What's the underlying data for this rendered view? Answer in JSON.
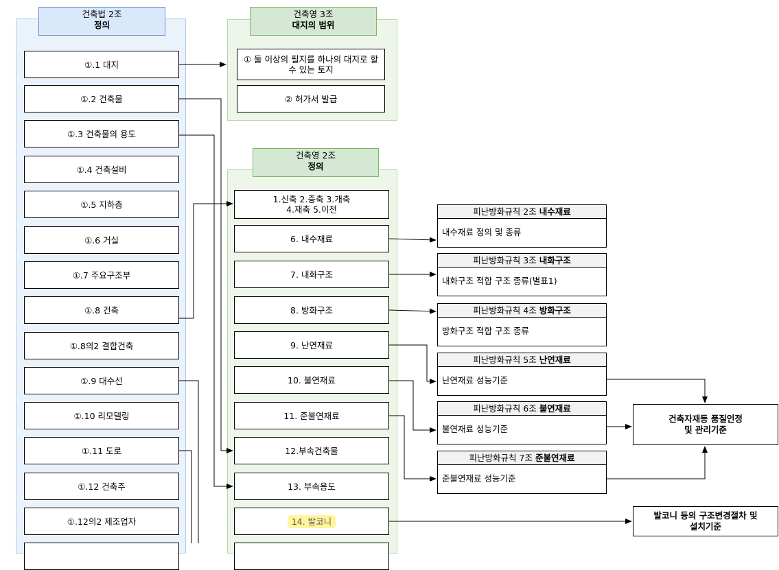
{
  "colors": {
    "left_panel_bg": "#eaf2fb",
    "left_panel_border": "#b3cde6",
    "left_header_bg": "#dae8fc",
    "green_panel_bg": "#eef6ea",
    "green_panel_border": "#b6d7a8",
    "green_header_bg": "#d5e8d4",
    "highlight": "#fff59d"
  },
  "left_panel": {
    "header_line1": "건축법 2조",
    "header_line2": "정의",
    "items": [
      "①.1 대지",
      "①.2 건축물",
      "①.3 건축물의 용도",
      "①.4 건축설비",
      "①.5 지하층",
      "①.6 거실",
      "①.7 주요구조부",
      "①.8 건축",
      "①.8의2 결합건축",
      "①.9 대수선",
      "①.10 리모델링",
      "①.11 도로",
      "①.12 건축주",
      "①.12의2 제조업자"
    ]
  },
  "site_panel": {
    "header_line1": "건축영 3조",
    "header_line2": "대지의 범위",
    "items": [
      "① 둘 이상의 필지를 하나의 대지로 할 수 있는 토지",
      "② 허가서 발급"
    ]
  },
  "def_panel": {
    "header_line1": "건축영 2조",
    "header_line2": "정의",
    "items": [
      "1.신축 2.증축 3.개축\n4.재축 5.이전",
      "6. 내수재료",
      "7. 내화구조",
      "8. 방화구조",
      "9. 난연재료",
      "10. 불연재료",
      "11. 준불연재료",
      "12.부속건축물",
      "13. 부속용도",
      "14. 발코니"
    ]
  },
  "rule_boxes": [
    {
      "title_prefix": "피난방화규칙 2조 ",
      "title_bold": "내수재료",
      "body": "내수재료 정의 및 종류"
    },
    {
      "title_prefix": "피난방화규칙 3조 ",
      "title_bold": "내화구조",
      "body": "내화구조 적합 구조 종류(별표1)"
    },
    {
      "title_prefix": "피난방화규칙 4조 ",
      "title_bold": "방화구조",
      "body": "방화구조 적합 구조 종류"
    },
    {
      "title_prefix": "피난방화규칙 5조 ",
      "title_bold": "난연재료",
      "body": "난연재료 성능기준"
    },
    {
      "title_prefix": "피난방화규칙 6조 ",
      "title_bold": "불연재료",
      "body": "불연재료 성능기준"
    },
    {
      "title_prefix": "피난방화규칙 7조 ",
      "title_bold": "준불연재료",
      "body": "준불연재료 성능기준"
    }
  ],
  "quality_box": {
    "line1": "건축자재등 품질인정",
    "line2": "및 관리기준"
  },
  "balcony_box": {
    "line1": "발코니 등의 구조변경절차 및",
    "line2": "설치기준"
  }
}
